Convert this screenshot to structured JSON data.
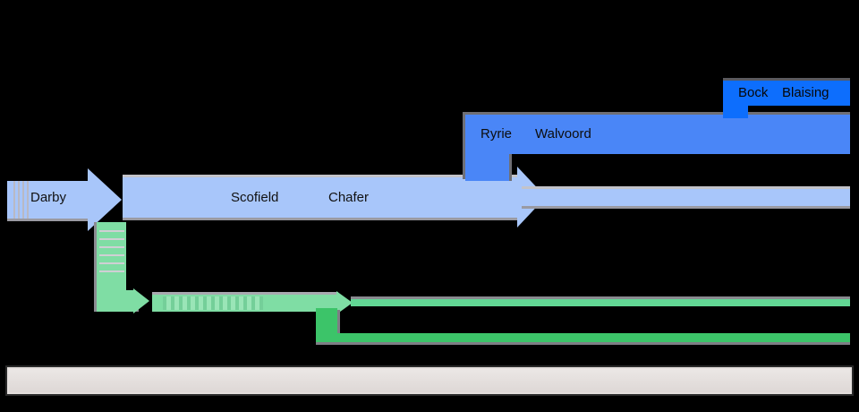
{
  "diagram": {
    "background_color": "#000000",
    "title": "",
    "tracks": [
      {
        "id": "darby",
        "kind": "arrow",
        "color": "#a8c6fa",
        "labels": [
          "Darby"
        ]
      },
      {
        "id": "scofield-chafer",
        "kind": "arrow",
        "color": "#a8c6fa",
        "labels": [
          "Scofield",
          "Chafer"
        ]
      },
      {
        "id": "ryrie-walvoord",
        "kind": "bar",
        "color": "#4a86f7",
        "labels": [
          "Ryrie",
          "Walvoord"
        ]
      },
      {
        "id": "bock-blaising",
        "kind": "bar",
        "color": "#0d6efd",
        "labels": [
          "Bock",
          "Blaising"
        ]
      },
      {
        "id": "green-branch",
        "kind": "arrow",
        "color": "#7fdda4",
        "labels": [
          ""
        ]
      },
      {
        "id": "green-branch-lower",
        "kind": "line",
        "color": "#3cc469",
        "labels": [
          ""
        ]
      }
    ],
    "labels": {
      "darby": "Darby",
      "scofield": "Scofield",
      "chafer": "Chafer",
      "ryrie": "Ryrie",
      "walvoord": "Walvoord",
      "bock": "Bock",
      "blaising": "Blaising",
      "obscured_row": ""
    },
    "colors": {
      "light_blue": "#a8c6fa",
      "mid_blue": "#4a86f7",
      "bright_blue": "#0d6efd",
      "light_green": "#7fdda4",
      "dark_green": "#3cc469",
      "axis_fill": "#e3dedc",
      "axis_border": "#2a2a2a",
      "shadow": "#8e8e8e",
      "text": "#111111"
    },
    "axis": {
      "ticks": [],
      "caption": ""
    }
  }
}
